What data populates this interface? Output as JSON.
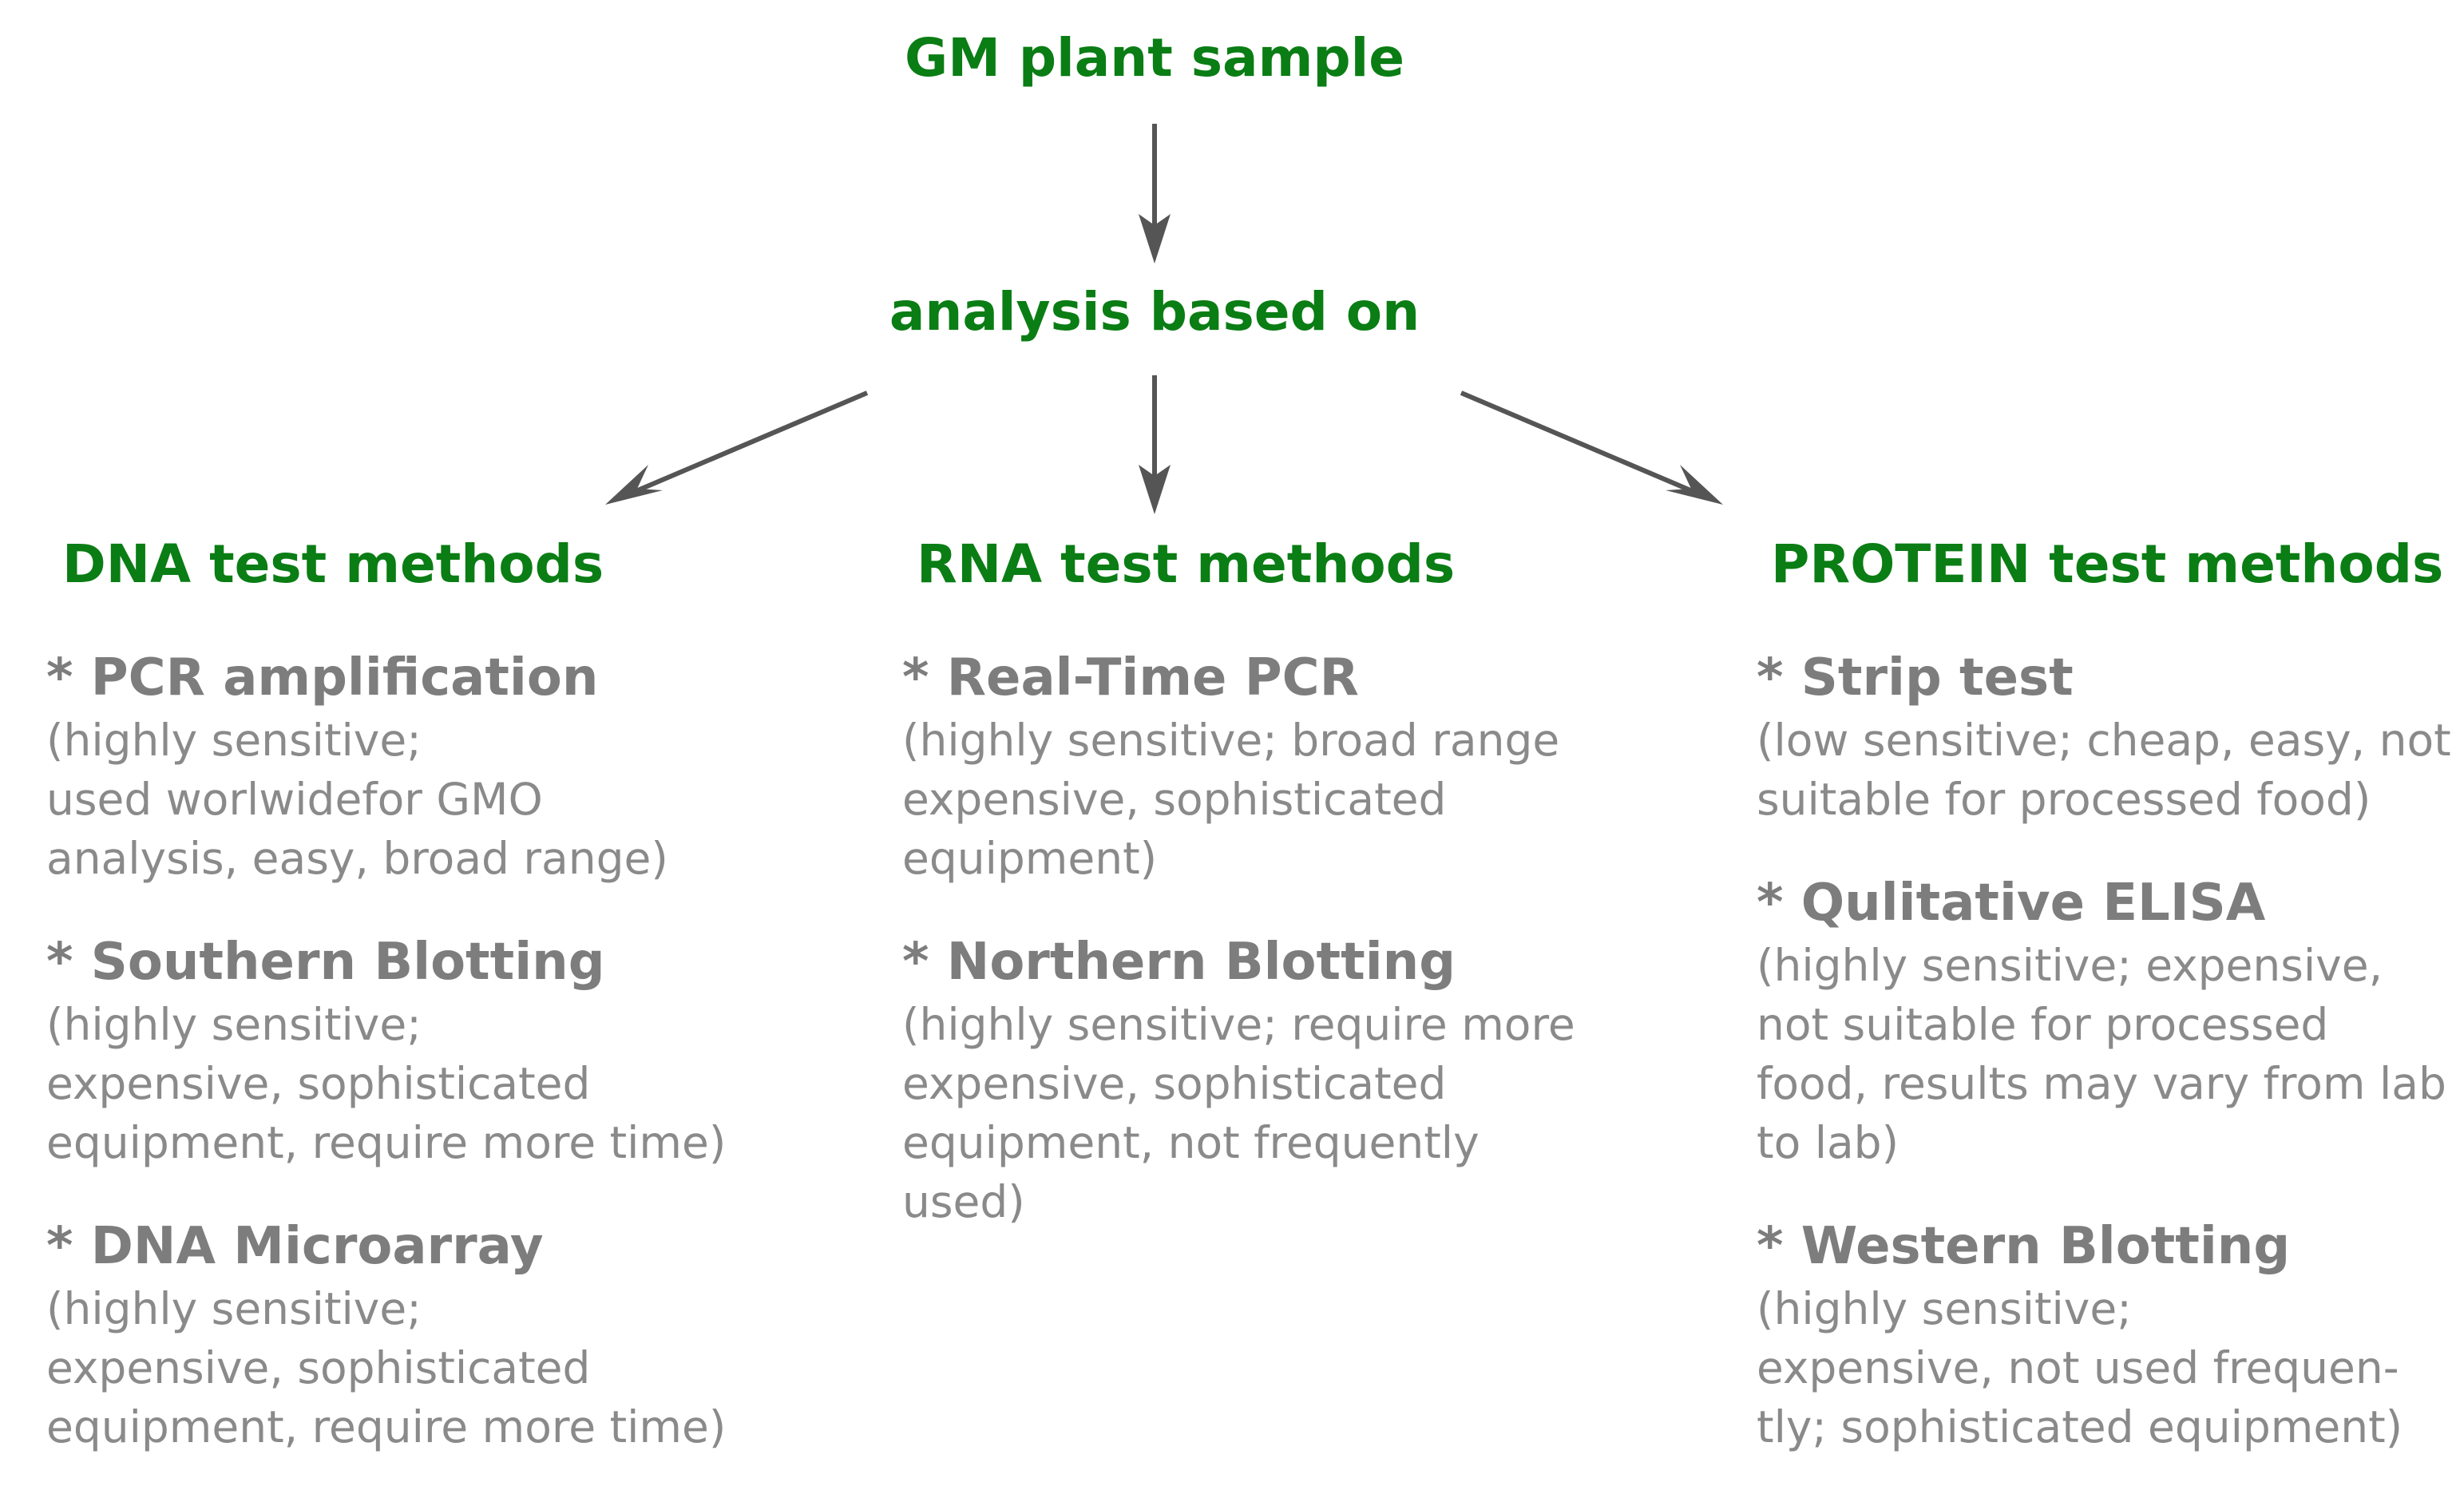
{
  "root": {
    "title": "GM plant sample"
  },
  "middle": {
    "title": "analysis based on"
  },
  "colors": {
    "heading": "#0a7d14",
    "method_title": "#7d7d7d",
    "method_desc": "#8a8a8a",
    "arrow": "#555555"
  },
  "columns": [
    {
      "title": "DNA test methods",
      "methods": [
        {
          "name": "* PCR amplification",
          "description": "(highly sensitive;\nused worlwidefor GMO\nanalysis, easy, broad range)"
        },
        {
          "name": "* Southern Blotting",
          "description": "(highly sensitive;\nexpensive, sophisticated\nequipment, require more time)"
        },
        {
          "name": "* DNA Microarray",
          "description": "(highly sensitive;\nexpensive, sophisticated\nequipment, require more time)"
        }
      ]
    },
    {
      "title": "RNA test methods",
      "methods": [
        {
          "name": "* Real-Time PCR",
          "description": "(highly sensitive; broad range\nexpensive, sophisticated\nequipment)"
        },
        {
          "name": "* Northern Blotting",
          "description": "(highly sensitive; require more\nexpensive, sophisticated\nequipment, not frequently\nused)"
        }
      ]
    },
    {
      "title": "PROTEIN test methods",
      "methods": [
        {
          "name": "* Strip test",
          "description": "(low sensitive; cheap, easy, not\nsuitable for processed food)"
        },
        {
          "name": "* Qulitative ELISA",
          "description": "(highly sensitive; expensive,\nnot suitable for processed\nfood, results may vary from lab\nto lab)"
        },
        {
          "name": "* Western Blotting",
          "description": "(highly sensitive;\nexpensive, not used frequen-\ntly; sophisticated equipment)"
        }
      ]
    }
  ]
}
